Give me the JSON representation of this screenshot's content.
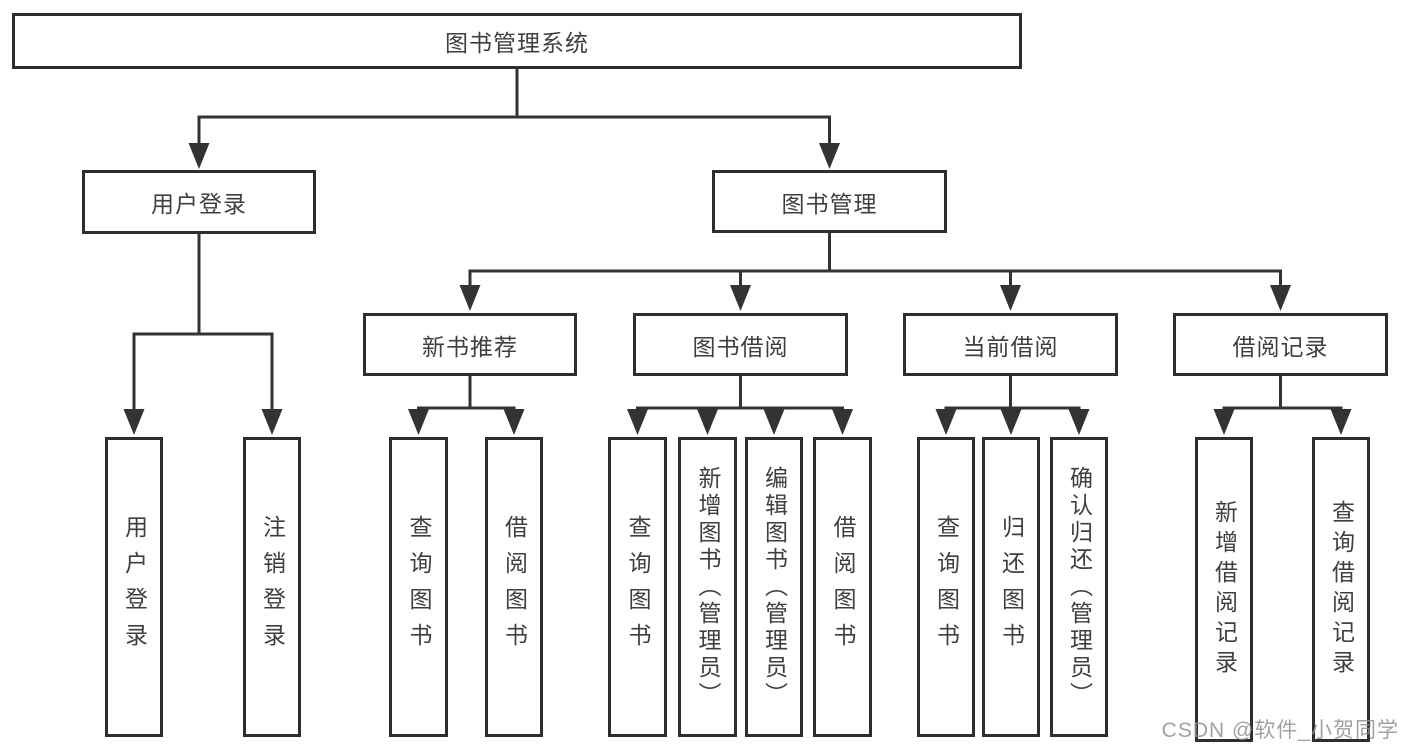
{
  "diagram": {
    "root": "图书管理系统",
    "level2": {
      "user_login": "用户登录",
      "book_management": "图书管理"
    },
    "level3": {
      "new_book_recommend": "新书推荐",
      "book_borrowing": "图书借阅",
      "current_borrowing": "当前借阅",
      "borrowing_records": "借阅记录"
    },
    "leaves": {
      "user_login": "用户登录",
      "logout": "注销登录",
      "recommend_query_books": "查询图书",
      "recommend_borrow_books": "借阅图书",
      "borrowing_query_books": "查询图书",
      "borrowing_add_books_admin": "新增图书（管理员）",
      "borrowing_edit_books_admin": "编辑图书（管理员）",
      "borrowing_borrow_books": "借阅图书",
      "current_query_books": "查询图书",
      "current_return_books": "归还图书",
      "current_confirm_return_admin": "确认归还（管理员）",
      "records_add_record": "新增借阅记录",
      "records_query_record": "查询借阅记录"
    }
  },
  "watermark": "CSDN @软件_小贺同学",
  "colors": {
    "line": "#333333",
    "box_border": "#2e2e2e",
    "text": "#3f3f3f",
    "background": "#ffffff",
    "watermark": "#919191"
  }
}
